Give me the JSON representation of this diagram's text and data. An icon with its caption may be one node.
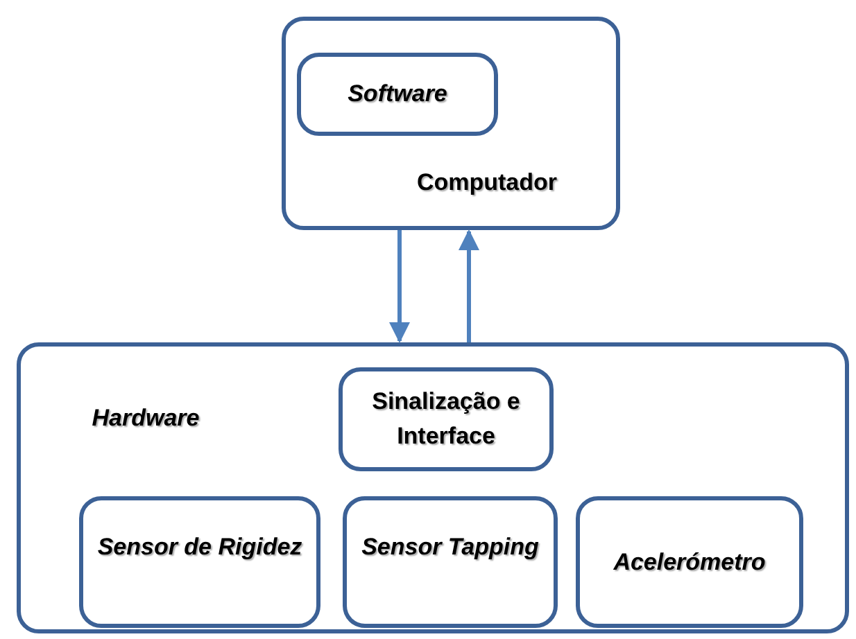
{
  "diagram": {
    "nodes": [
      {
        "text": [
          "Computador"
        ]
      },
      {
        "text": [
          "Software"
        ],
        "in": 0
      },
      {
        "text": [
          "Hardware"
        ]
      },
      {
        "text": [
          "Sinalização e Interface"
        ],
        "in": 2
      },
      {
        "text": [
          "Sensor de Rigidez"
        ],
        "in": 2
      },
      {
        "text": [
          "Sensor Tapping"
        ],
        "in": 2
      },
      {
        "text": [
          "Acelerómetro"
        ],
        "in": 2
      }
    ],
    "edges": [
      {
        "from": 0,
        "to": 2,
        "arrow": "to"
      },
      {
        "from": 2,
        "to": 0,
        "arrow": "to"
      }
    ]
  }
}
